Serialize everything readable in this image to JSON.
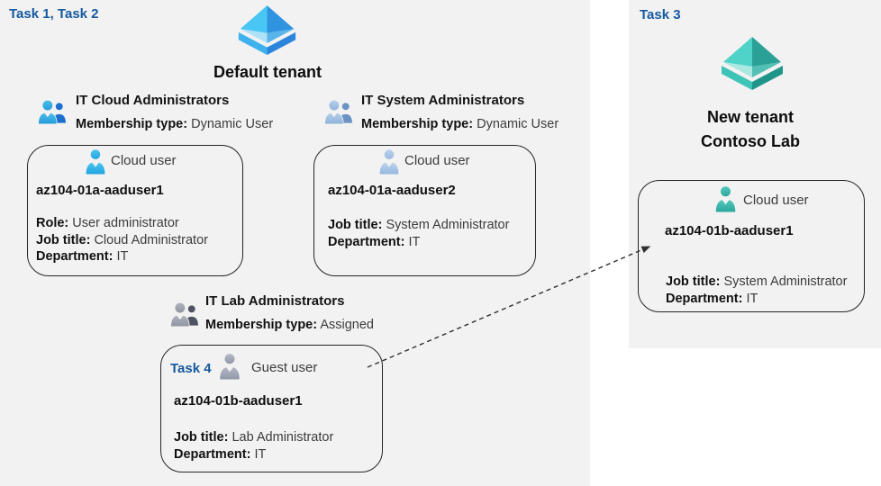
{
  "colors": {
    "panel_gray": "#f2f2f2",
    "task_label_blue": "#15599e",
    "card_border": "#262626",
    "arrow": "#2f2f2f",
    "pyramid_blue_light": "#49c6f4",
    "pyramid_blue_dark": "#2f93e0",
    "pyramid_teal_light": "#4fd2c8",
    "pyramid_teal_dark": "#2aa096",
    "cloud_user_cyan": "#2fa9e2",
    "cloud_user_steel": "#a9c7e8",
    "guest_user_gray": "#9aa0ac",
    "cloud_user_teal": "#3ab4ab"
  },
  "icons": {
    "default_tenant": "azure-ad-pyramid-blue",
    "new_tenant": "azure-ad-pyramid-teal",
    "group": "two-users",
    "user": "single-user"
  },
  "default_tenant": {
    "tasks_label": "Task 1, Task 2",
    "name": "Default tenant",
    "groups": [
      {
        "title": "IT Cloud Administrators",
        "membership_label": "Membership type:",
        "membership_value": "Dynamic User"
      },
      {
        "title": "IT System Administrators",
        "membership_label": "Membership type:",
        "membership_value": "Dynamic User"
      },
      {
        "title": "IT Lab Administrators",
        "membership_label": "Membership type:",
        "membership_value": "Assigned"
      }
    ],
    "users": [
      {
        "type_label": "Cloud user",
        "username": "az104-01a-aaduser1",
        "fields": [
          {
            "label": "Role:",
            "value": "User administrator"
          },
          {
            "label": "Job title:",
            "value": "Cloud Administrator"
          },
          {
            "label": "Department:",
            "value": "IT"
          }
        ]
      },
      {
        "type_label": "Cloud user",
        "username": "az104-01a-aaduser2",
        "fields": [
          {
            "label": "Job title:",
            "value": "System Administrator"
          },
          {
            "label": "Department:",
            "value": "IT"
          }
        ]
      },
      {
        "task_label": "Task 4",
        "type_label": "Guest user",
        "username": "az104-01b-aaduser1",
        "fields": [
          {
            "label": "Job title:",
            "value": "Lab Administrator"
          },
          {
            "label": "Department:",
            "value": "IT"
          }
        ]
      }
    ]
  },
  "new_tenant": {
    "tasks_label": "Task 3",
    "name_line1": "New tenant",
    "name_line2": "Contoso Lab",
    "user": {
      "type_label": "Cloud user",
      "username": "az104-01b-aaduser1",
      "fields": [
        {
          "label": "Job title:",
          "value": "System Administrator"
        },
        {
          "label": "Department:",
          "value": "IT"
        }
      ]
    }
  }
}
